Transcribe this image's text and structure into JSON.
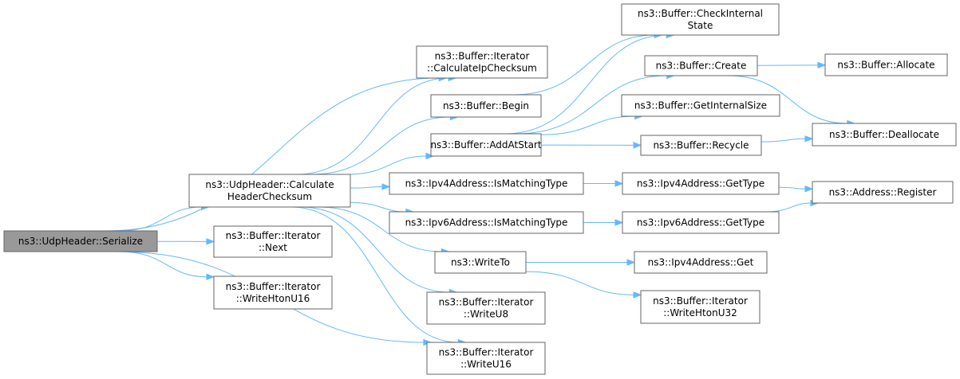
{
  "graph": {
    "nodes": [
      {
        "id": "serialize",
        "lines": [
          "ns3::UdpHeader::Serialize"
        ],
        "root": true
      },
      {
        "id": "calc_header",
        "lines": [
          "ns3::UdpHeader::Calculate",
          "HeaderChecksum"
        ]
      },
      {
        "id": "iter_next",
        "lines": [
          "ns3::Buffer::Iterator",
          "::Next"
        ]
      },
      {
        "id": "write_hton_u16",
        "lines": [
          "ns3::Buffer::Iterator",
          "::WriteHtonU16"
        ]
      },
      {
        "id": "calc_ip_checksum",
        "lines": [
          "ns3::Buffer::Iterator",
          "::CalculateIpChecksum"
        ]
      },
      {
        "id": "buffer_begin",
        "lines": [
          "ns3::Buffer::Begin"
        ]
      },
      {
        "id": "add_at_start",
        "lines": [
          "ns3::Buffer::AddAtStart"
        ]
      },
      {
        "id": "ipv4_is_matching",
        "lines": [
          "ns3::Ipv4Address::IsMatchingType"
        ]
      },
      {
        "id": "ipv6_is_matching",
        "lines": [
          "ns3::Ipv6Address::IsMatchingType"
        ]
      },
      {
        "id": "write_to",
        "lines": [
          "ns3::WriteTo"
        ]
      },
      {
        "id": "write_u8",
        "lines": [
          "ns3::Buffer::Iterator",
          "::WriteU8"
        ]
      },
      {
        "id": "write_u16",
        "lines": [
          "ns3::Buffer::Iterator",
          "::WriteU16"
        ]
      },
      {
        "id": "check_internal",
        "lines": [
          "ns3::Buffer::CheckInternal",
          "State"
        ]
      },
      {
        "id": "buffer_create",
        "lines": [
          "ns3::Buffer::Create"
        ]
      },
      {
        "id": "get_internal_size",
        "lines": [
          "ns3::Buffer::GetInternalSize"
        ]
      },
      {
        "id": "buffer_recycle",
        "lines": [
          "ns3::Buffer::Recycle"
        ]
      },
      {
        "id": "ipv4_get_type",
        "lines": [
          "ns3::Ipv4Address::GetType"
        ]
      },
      {
        "id": "ipv6_get_type",
        "lines": [
          "ns3::Ipv6Address::GetType"
        ]
      },
      {
        "id": "ipv4_get",
        "lines": [
          "ns3::Ipv4Address::Get"
        ]
      },
      {
        "id": "write_hton_u32",
        "lines": [
          "ns3::Buffer::Iterator",
          "::WriteHtonU32"
        ]
      },
      {
        "id": "buffer_allocate",
        "lines": [
          "ns3::Buffer::Allocate"
        ]
      },
      {
        "id": "buffer_deallocate",
        "lines": [
          "ns3::Buffer::Deallocate"
        ]
      },
      {
        "id": "address_register",
        "lines": [
          "ns3::Address::Register"
        ]
      }
    ],
    "edges": [
      [
        "serialize",
        "calc_header"
      ],
      [
        "serialize",
        "calc_ip_checksum"
      ],
      [
        "serialize",
        "iter_next"
      ],
      [
        "serialize",
        "write_hton_u16"
      ],
      [
        "serialize",
        "write_u16"
      ],
      [
        "calc_header",
        "calc_ip_checksum"
      ],
      [
        "calc_header",
        "buffer_begin"
      ],
      [
        "calc_header",
        "add_at_start"
      ],
      [
        "calc_header",
        "ipv4_is_matching"
      ],
      [
        "calc_header",
        "ipv6_is_matching"
      ],
      [
        "calc_header",
        "write_to"
      ],
      [
        "calc_header",
        "write_u8"
      ],
      [
        "calc_header",
        "write_u16"
      ],
      [
        "buffer_begin",
        "check_internal"
      ],
      [
        "add_at_start",
        "check_internal"
      ],
      [
        "add_at_start",
        "buffer_create"
      ],
      [
        "add_at_start",
        "get_internal_size"
      ],
      [
        "add_at_start",
        "buffer_recycle"
      ],
      [
        "buffer_create",
        "buffer_allocate"
      ],
      [
        "buffer_create",
        "buffer_deallocate"
      ],
      [
        "buffer_recycle",
        "buffer_deallocate"
      ],
      [
        "ipv4_is_matching",
        "ipv4_get_type"
      ],
      [
        "ipv6_is_matching",
        "ipv6_get_type"
      ],
      [
        "ipv4_get_type",
        "address_register"
      ],
      [
        "ipv6_get_type",
        "address_register"
      ],
      [
        "write_to",
        "ipv4_get"
      ],
      [
        "write_to",
        "write_hton_u32"
      ]
    ]
  }
}
